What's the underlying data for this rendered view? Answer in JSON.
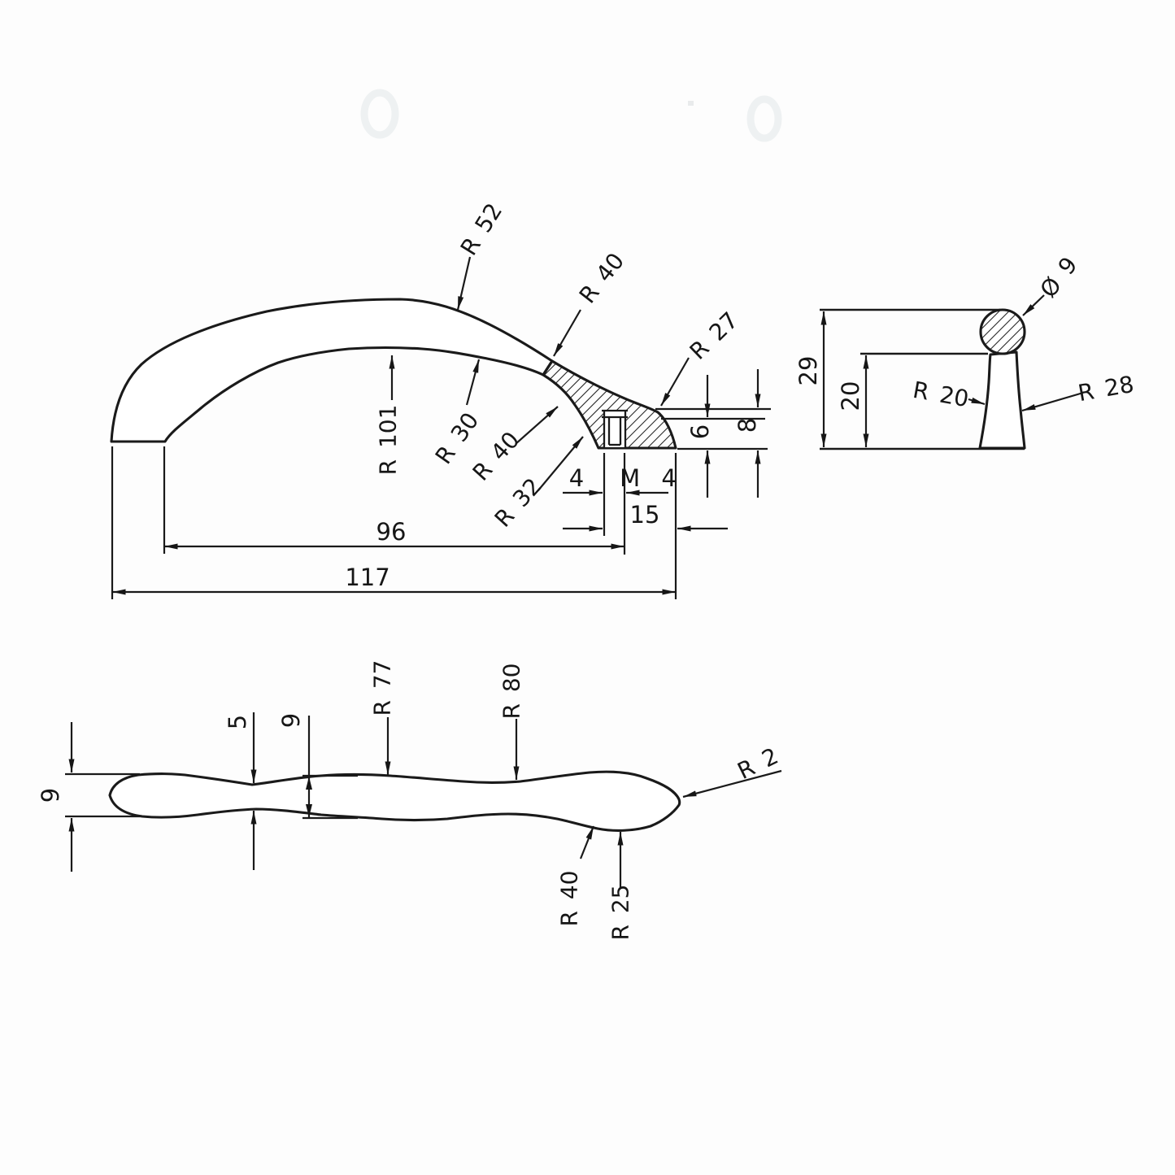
{
  "front": {
    "r52": "R 52",
    "r40_upper": "R 40",
    "r27": "R 27",
    "r101": "R 101",
    "r30": "R 30",
    "r40_lower": "R 40",
    "r32": "R 32",
    "thread_offset": "4",
    "thread": "M 4",
    "dim_15": "15",
    "dim_96": "96",
    "dim_117": "117",
    "dim_6": "6",
    "dim_8": "8"
  },
  "section": {
    "diameter": "Ø 9",
    "dim_29": "29",
    "dim_20": "20",
    "r20": "R 20",
    "r28": "R 28"
  },
  "plan": {
    "width_9_left": "9",
    "width_5": "5",
    "width_9_mid": "9",
    "r77": "R 77",
    "r80": "R 80",
    "r2": "R 2",
    "r40": "R 40",
    "r25": "R 25"
  }
}
